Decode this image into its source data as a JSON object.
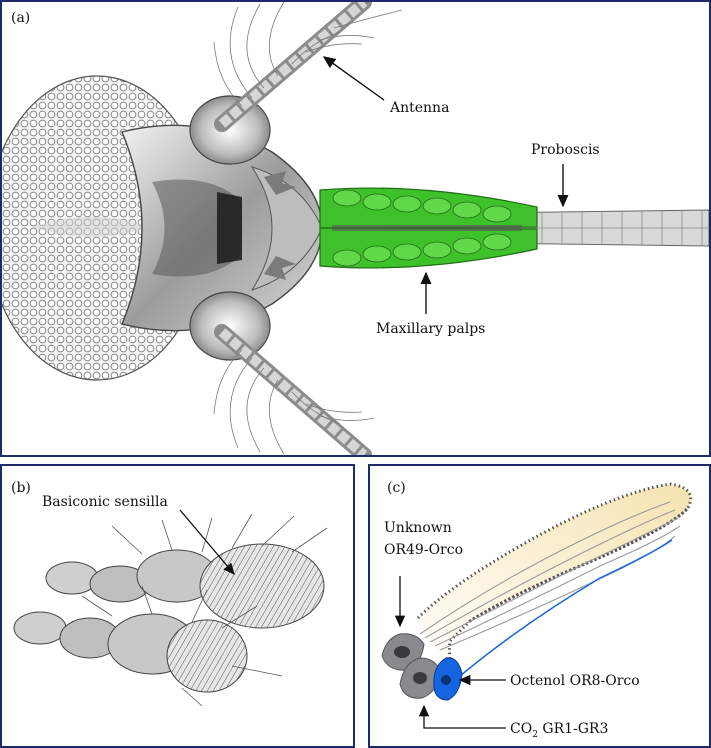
{
  "figure": {
    "panel_a": {
      "label": "(a)",
      "annotations": {
        "antenna": "Antenna",
        "proboscis": "Proboscis",
        "maxillary_palps": "Maxillary palps"
      }
    },
    "panel_b": {
      "label": "(b)",
      "annotations": {
        "basiconic": "Basiconic sensilla"
      }
    },
    "panel_c": {
      "label": "(c)",
      "annotations": {
        "unknown_line1": "Unknown",
        "unknown_line2": "OR49-Orco",
        "octenol": "Octenol OR8-Orco",
        "co2_main": "CO",
        "co2_sub": "2",
        "co2_receptor": " GR1-GR3"
      }
    }
  },
  "colors": {
    "panel_border": "#1f2a6b",
    "palp_green": "#3fc12b",
    "neuron_blue": "#1565e0",
    "neuron_gray": "#8a8a8e",
    "sensillum_tip": "#f6e3b0"
  }
}
